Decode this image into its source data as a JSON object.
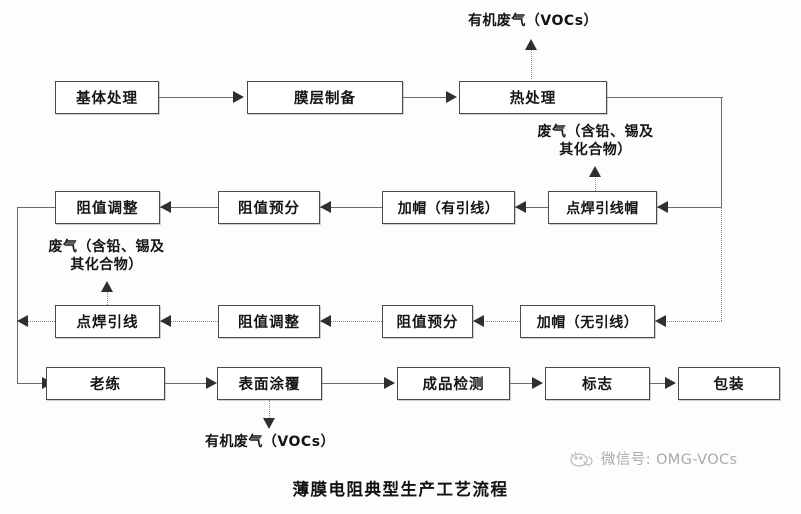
{
  "diagram": {
    "caption": "薄膜电阻典型生产工艺流程",
    "watermark": {
      "icon": "wechat-cloud-icon",
      "text": "微信号: OMG-VOCs"
    },
    "colors": {
      "box_border": "#4a4a4a",
      "line": "#6b6b6b",
      "arrow": "#2f2f2f",
      "text": "#151515",
      "watermark": "#9b9b9b",
      "background": "#fdfdfd"
    },
    "rows": {
      "row1": [
        {
          "id": "substrate-treatment",
          "label": "基体处理"
        },
        {
          "id": "film-preparation",
          "label": "膜层制备"
        },
        {
          "id": "heat-treatment",
          "label": "热处理"
        }
      ],
      "row2": [
        {
          "id": "resistance-adjust-leaded",
          "label": "阻值调整"
        },
        {
          "id": "resistance-presplit-leaded",
          "label": "阻值预分"
        },
        {
          "id": "capping-leaded",
          "label": "加帽（有引线）"
        },
        {
          "id": "spot-weld-lead-cap",
          "label": "点焊引线帽"
        }
      ],
      "row3": [
        {
          "id": "spot-weld-lead",
          "label": "点焊引线"
        },
        {
          "id": "resistance-adjust-unleaded",
          "label": "阻值调整"
        },
        {
          "id": "resistance-presplit-unleaded",
          "label": "阻值预分"
        },
        {
          "id": "capping-unleaded",
          "label": "加帽（无引线）"
        }
      ],
      "row4": [
        {
          "id": "aging",
          "label": "老练"
        },
        {
          "id": "surface-coating",
          "label": "表面涂覆"
        },
        {
          "id": "product-inspect",
          "label": "成品检测"
        },
        {
          "id": "marking",
          "label": "标志"
        },
        {
          "id": "packaging",
          "label": "包装"
        }
      ]
    },
    "emissions": [
      {
        "id": "voc-heat-treatment",
        "label": "有机废气（VOCs）",
        "lines": [
          "有机废气（VOCs）"
        ]
      },
      {
        "id": "fume-heat-treatment",
        "label": "废气（含铅、锡及其化合物）",
        "lines": [
          "废气（含铅、锡及",
          "其化合物）"
        ]
      },
      {
        "id": "fume-spot-weld",
        "label": "废气（含铅、锡及其化合物）",
        "lines": [
          "废气（含铅、锡及",
          "其化合物）"
        ]
      },
      {
        "id": "voc-surface-coating",
        "label": "有机废气（VOCs）",
        "lines": [
          "有机废气（VOCs）"
        ]
      }
    ]
  }
}
